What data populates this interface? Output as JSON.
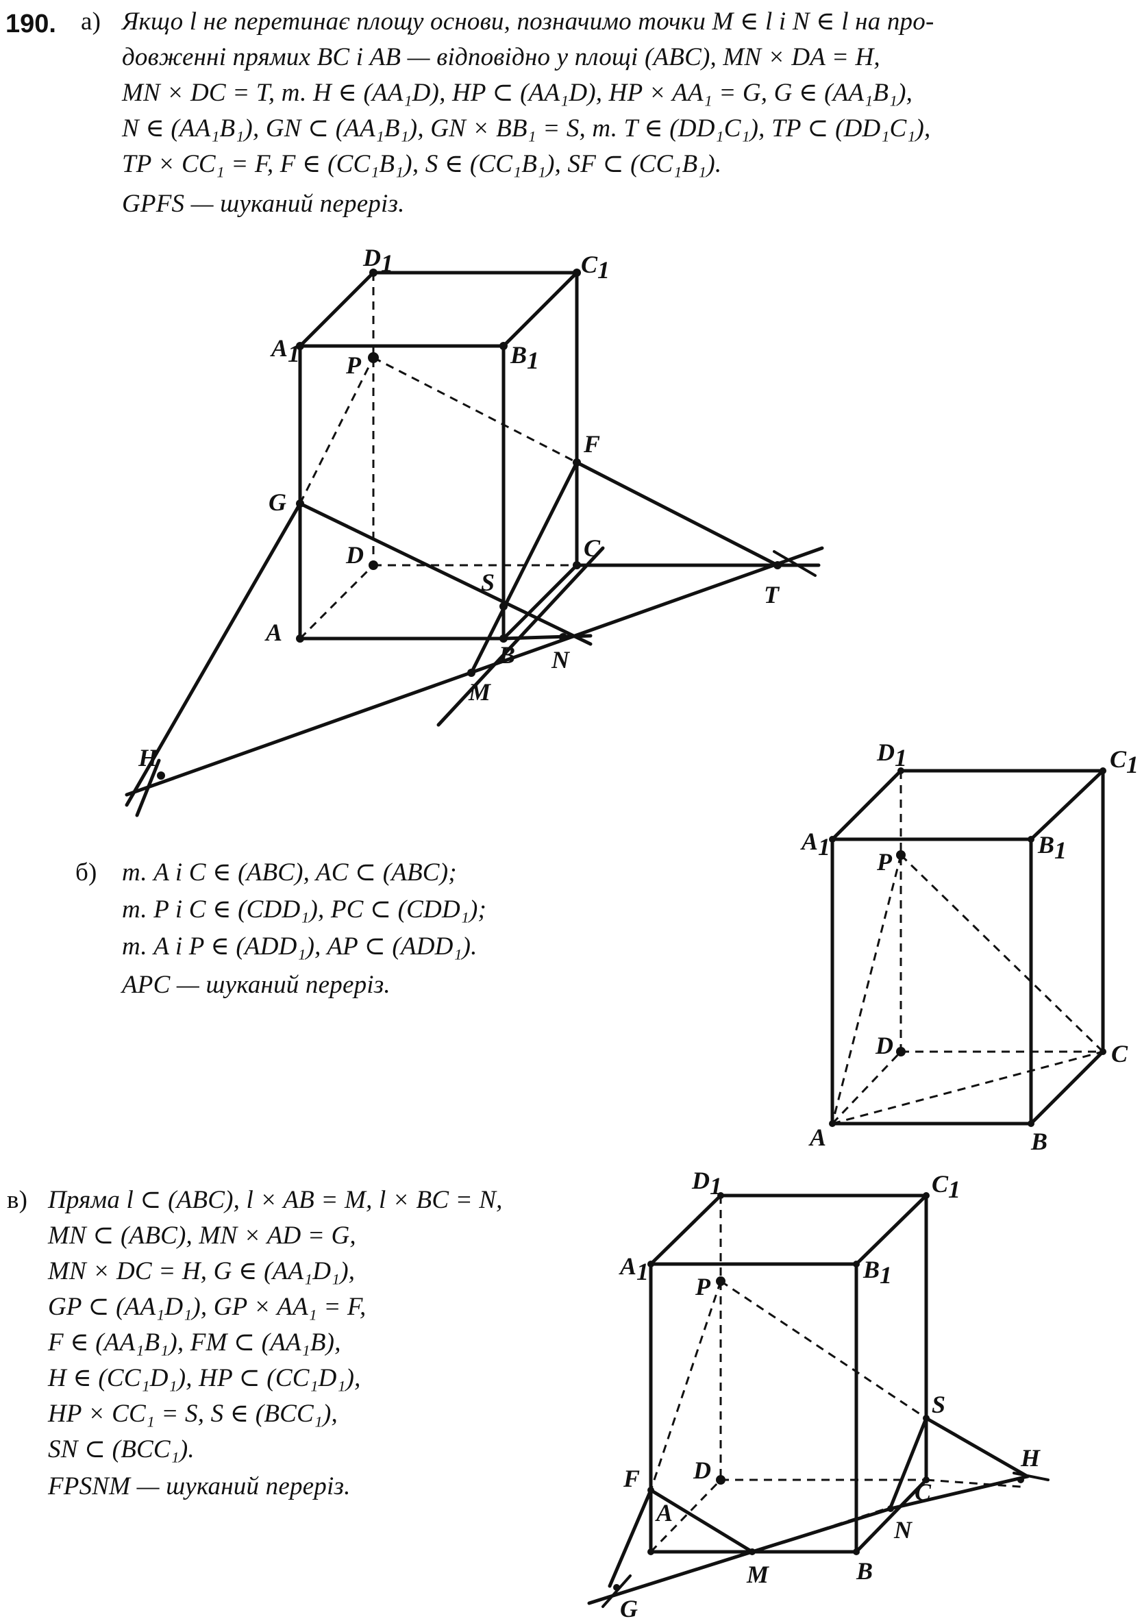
{
  "problem_number": "190.",
  "part_a": {
    "marker": "а)",
    "lines": [
      "Якщо l не перетинає площу основи, позначимо точки M ∈ l і N ∈ l на про-",
      "довженні прямих BC і AB — відповідно у площі (ABC), MN × DA = H,",
      "MN × DC = T, т. H ∈ (AA₁D), HP ⊂ (AA₁D), HP × AA₁ = G, G ∈ (AA₁B₁),",
      "N ∈ (AA₁B₁), GN ⊂ (AA₁B₁), GN × BB₁ = S, т. T ∈ (DD₁C₁), TP ⊂ (DD₁C₁),",
      "TP × CC₁ = F, F ∈ (CC₁B₁), S ∈ (CC₁B₁), SF ⊂ (CC₁B₁).",
      "GPFS — шуканий переріз."
    ]
  },
  "part_b": {
    "marker": "б)",
    "lines": [
      "т. A і C ∈ (ABC), AC ⊂ (ABC);",
      "т. P і C ∈ (CDD₁), PC ⊂ (CDD₁);",
      "т. A і P ∈ (ADD₁), AP ⊂ (ADD₁).",
      "APC — шуканий переріз."
    ]
  },
  "part_c": {
    "marker": "в)",
    "lines": [
      "Пряма l ⊂ (ABC), l × AB = M, l × BC = N,",
      "MN ⊂ (ABC), MN × AD = G,",
      "MN × DC = H, G ∈ (AA₁D₁),",
      "GP ⊂ (AA₁D₁), GP × AA₁ = F,",
      "F ∈ (AA₁B₁), FM ⊂ (AA₁B),",
      "H ∈ (CC₁D₁), HP ⊂ (CC₁D₁),",
      "HP × CC₁ = S, S ∈ (BCC₁),",
      "SN ⊂ (BCC₁).",
      "FPSNM — шуканий переріз."
    ]
  },
  "fig_a_labels": {
    "D1": "D",
    "C1": "C",
    "A1": "A",
    "B1": "B",
    "P": "P",
    "F": "F",
    "G": "G",
    "D": "D",
    "C": "C",
    "S": "S",
    "A": "A",
    "B": "B",
    "N": "N",
    "M": "M",
    "T": "T",
    "H": "H",
    "sub": "1"
  },
  "fig_b_labels": {
    "D1": "D",
    "C1": "C",
    "A1": "A",
    "B1": "B",
    "P": "P",
    "D": "D",
    "C": "C",
    "A": "A",
    "B": "B",
    "sub": "1"
  },
  "fig_c_labels": {
    "D1": "D",
    "C1": "C",
    "A1": "A",
    "B1": "B",
    "P": "P",
    "S": "S",
    "H": "H",
    "F": "F",
    "D": "D",
    "C": "C",
    "A": "A",
    "N": "N",
    "B": "B",
    "M": "M",
    "G": "G",
    "sub": "1"
  }
}
